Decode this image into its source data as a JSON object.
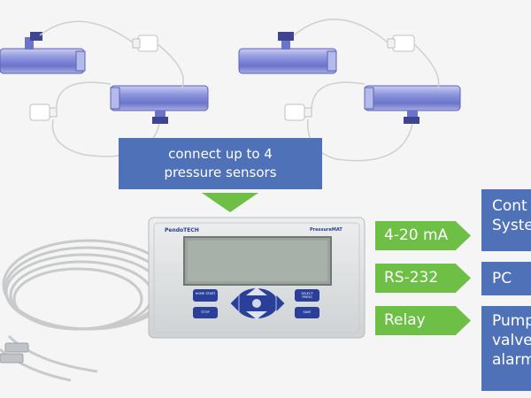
{
  "callout": {
    "line1": "connect up to 4",
    "line2": "pressure sensors"
  },
  "outputs": [
    {
      "signal": "4-20 mA",
      "target_line1": "Cont",
      "target_line2": "Syste"
    },
    {
      "signal": "RS-232",
      "target_line1": "PC"
    },
    {
      "signal": "Relay",
      "target_line1": "Pump",
      "target_line2": "valve",
      "target_line3": "alarm"
    }
  ],
  "device": {
    "brand": "PendoTECH",
    "model": "PressureMAT",
    "buttons": {
      "home": "HOME START",
      "stop": "STOP",
      "select": "SELECT PRESS",
      "save": "SAVE"
    }
  },
  "colors": {
    "callout_blue": "#4f71b7",
    "arrow_green": "#6ebf45",
    "device_body": "#dfe1e2",
    "display_lcd": "#9aa49c",
    "keypad_blue": "#2a3f9a"
  }
}
